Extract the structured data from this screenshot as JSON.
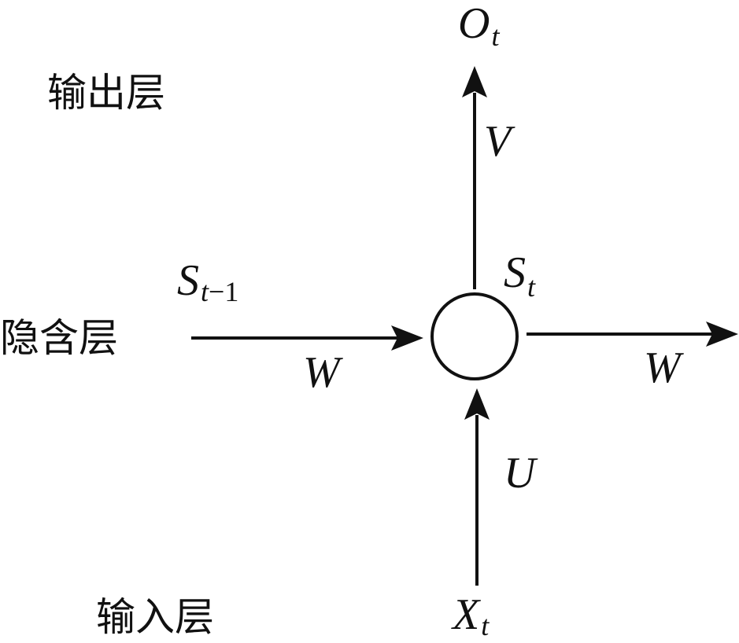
{
  "layers": {
    "output": "输出层",
    "hidden": "隐含层",
    "input": "输入层"
  },
  "nodes": {
    "output": {
      "base": "O",
      "sub": "t"
    },
    "current_state": {
      "base": "S",
      "sub": "t"
    },
    "previous_state": {
      "base": "S",
      "sub_var": "t",
      "sub_rest": "−1"
    },
    "input": {
      "base": "X",
      "sub": "t"
    }
  },
  "weights": {
    "hidden_to_output": "V",
    "input_to_hidden": "U",
    "recurrent_in": "W",
    "recurrent_out": "W"
  },
  "colors": {
    "ink": "#111111",
    "background": "#ffffff"
  }
}
